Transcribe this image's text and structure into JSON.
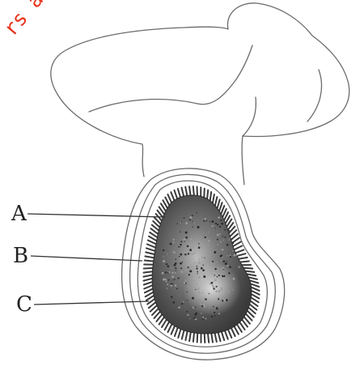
{
  "watermark": {
    "text": "rs a",
    "color": "#e8341c"
  },
  "labels": {
    "a": "A",
    "b": "B",
    "c": "C"
  }
}
